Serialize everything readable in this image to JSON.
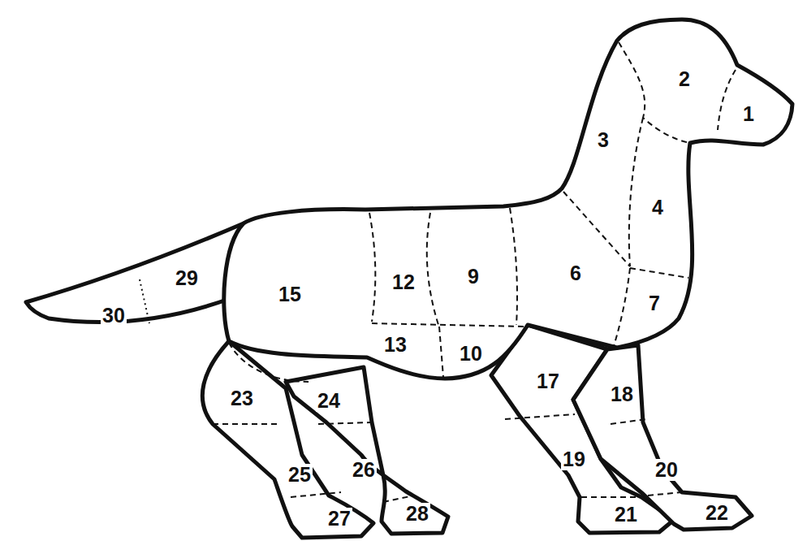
{
  "diagram": {
    "labels": [
      "1",
      "2",
      "3",
      "4",
      "6",
      "7",
      "9",
      "10",
      "12",
      "13",
      "15",
      "17",
      "18",
      "19",
      "20",
      "21",
      "22",
      "23",
      "24",
      "25",
      "26",
      "27",
      "28",
      "29",
      "30"
    ]
  }
}
